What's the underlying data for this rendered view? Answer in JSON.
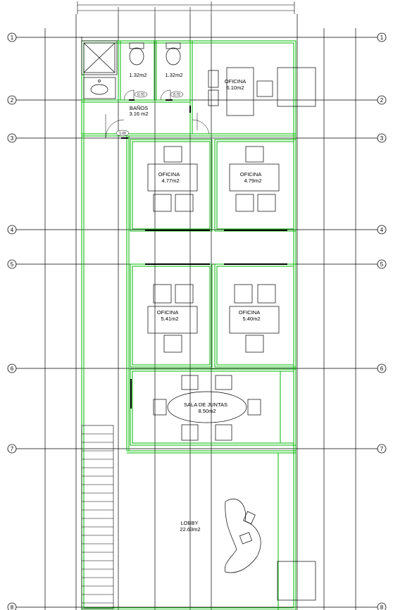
{
  "grid_labels": [
    "1",
    "2",
    "3",
    "4",
    "5",
    "6",
    "7",
    "8"
  ],
  "rooms": {
    "bath_a": {
      "area": "1.32m2"
    },
    "bath_b": {
      "area": "1.32m2"
    },
    "door_a": "0.70",
    "door_b": "0.70",
    "door_c": "1.00",
    "banos": {
      "name": "BAÑOS",
      "area": "3.16 m2"
    },
    "office_top": {
      "name": "OFICINA",
      "area": "6.10m2"
    },
    "office_1": {
      "name": "OFICINA",
      "area": "4.77m2"
    },
    "office_2": {
      "name": "OFICINA",
      "area": "4.79m2"
    },
    "office_3": {
      "name": "OFICINA",
      "area": "5.41m2"
    },
    "office_4": {
      "name": "OFICINA",
      "area": "5.40m2"
    },
    "sala": {
      "name": "SALA DE JUNTAS",
      "area": "8.50m2"
    },
    "lobby": {
      "name": "LOBBY",
      "area": "22.63m2"
    }
  },
  "colors": {
    "wall": "#00b800",
    "line": "#000000",
    "grid": "#000000"
  }
}
